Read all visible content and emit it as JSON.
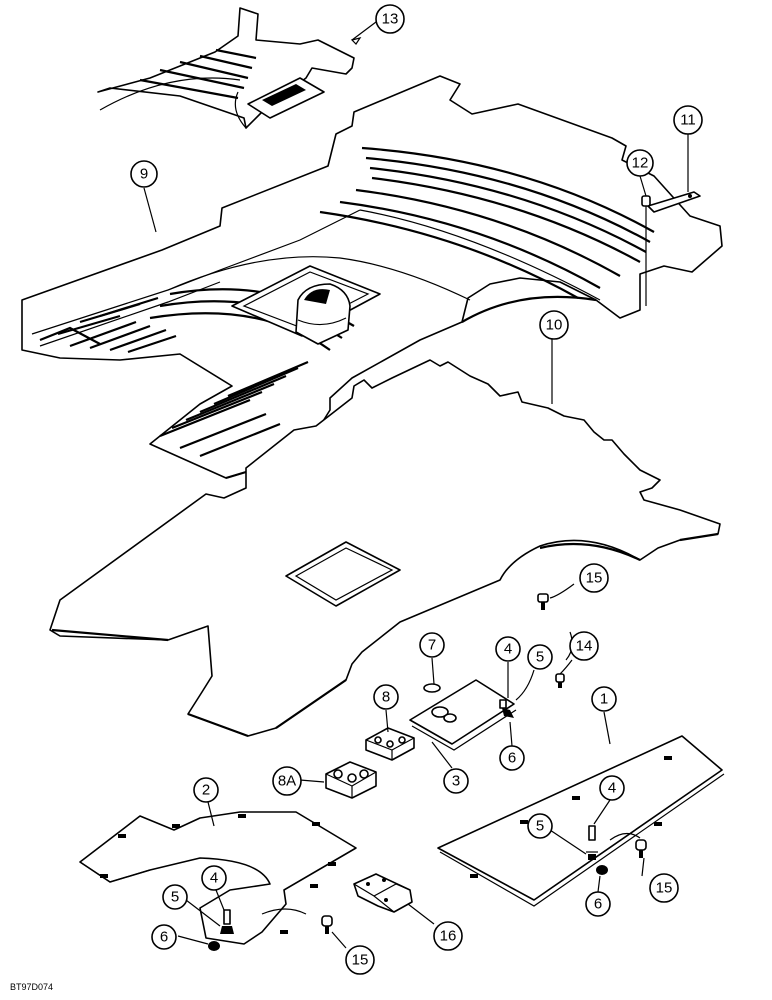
{
  "callouts": {
    "c13": "13",
    "c9": "9",
    "c11": "11",
    "c12": "12",
    "c10": "10",
    "c15a": "15",
    "c7": "7",
    "c4a": "4",
    "c5a": "5",
    "c14": "14",
    "c8": "8",
    "c1": "1",
    "c3": "3",
    "c6a": "6",
    "c8a": "8A",
    "c2": "2",
    "c4b": "4",
    "c5b": "5",
    "c15b": "15",
    "c6b": "6",
    "c4c": "4",
    "c5c": "5",
    "c6c": "6",
    "c16": "16",
    "c15c": "15"
  },
  "drawing_code": "BT97D074",
  "colors": {
    "ink": "#000000",
    "paper": "#ffffff"
  }
}
